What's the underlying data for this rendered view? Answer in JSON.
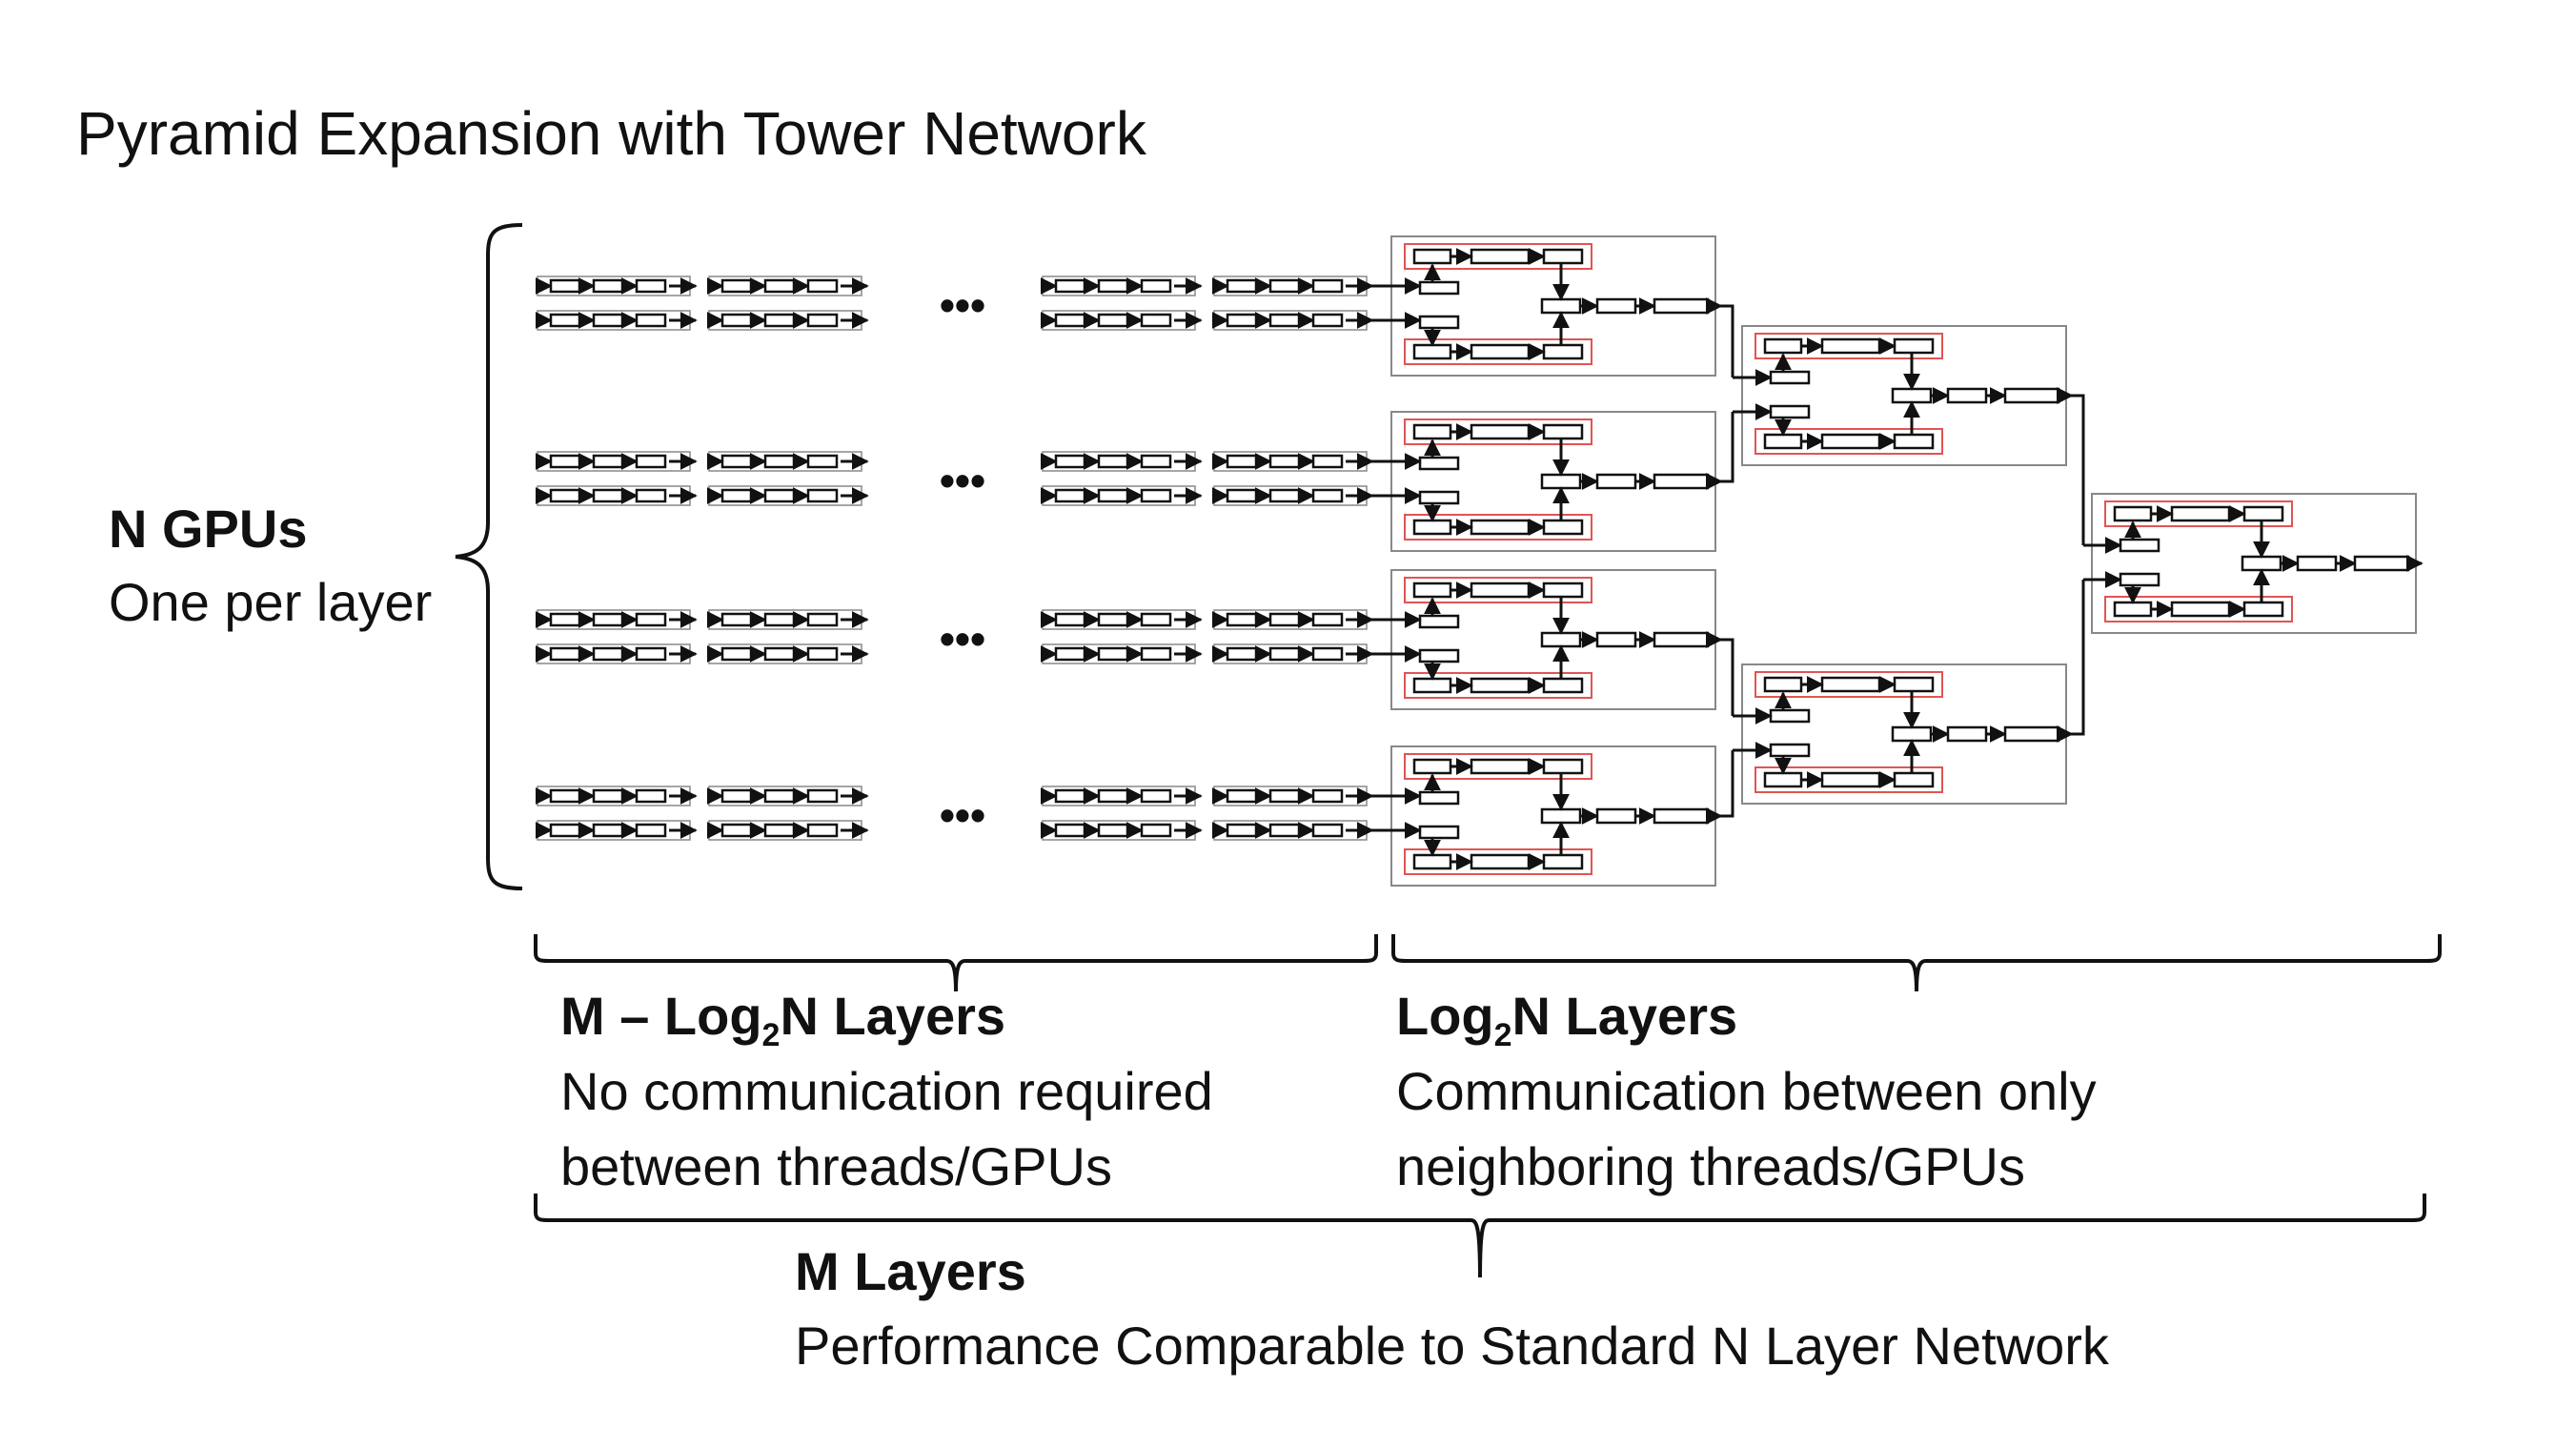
{
  "title": "Pyramid Expansion with Tower Network",
  "gpus": {
    "heading": "N GPUs",
    "subtext": "One per layer"
  },
  "left_section": {
    "heading_prefix": "M – Log",
    "heading_sub": "2",
    "heading_suffix": "N Layers",
    "line1": "No communication required",
    "line2": "between threads/GPUs"
  },
  "right_section": {
    "heading_prefix": "Log",
    "heading_sub": "2",
    "heading_suffix": "N Layers",
    "line1": "Communication between only",
    "line2": "neighboring  threads/GPUs"
  },
  "total_section": {
    "heading": "M Layers",
    "subtext": "Performance Comparable to Standard N Layer Network"
  },
  "ellipsis": "•••",
  "colors": {
    "highlight": "#e05555",
    "line": "#111111",
    "box_border": "#888888"
  }
}
